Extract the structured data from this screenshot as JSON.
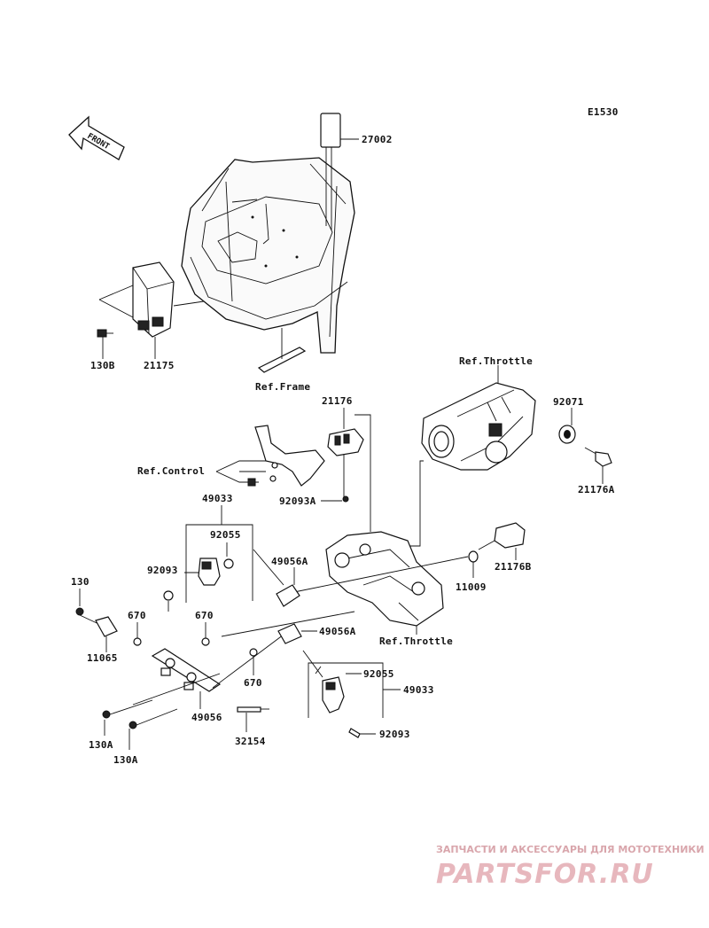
{
  "diagram_code": "E1530",
  "front_arrow_label": "FRONT",
  "refs": {
    "throttle_top": "Ref.Throttle",
    "frame": "Ref.Frame",
    "control": "Ref.Control",
    "throttle_bottom": "Ref.Throttle"
  },
  "parts": {
    "p27002": "27002",
    "p130B": "130B",
    "p21175": "21175",
    "p21176": "21176",
    "p92071": "92071",
    "p92093A": "92093A",
    "p21176A": "21176A",
    "p49033_top": "49033",
    "p92055_top": "92055",
    "p92093_top": "92093",
    "p49056A_top": "49056A",
    "p21176B": "21176B",
    "p11009": "11009",
    "p130": "130",
    "p670_a": "670",
    "p670_b": "670",
    "p11065": "11065",
    "p49056A_bot": "49056A",
    "p92055_bot": "92055",
    "p49033_bot": "49033",
    "p670_c": "670",
    "p49056": "49056",
    "p130A_a": "130A",
    "p32154": "32154",
    "p92093_bot": "92093",
    "p130A_b": "130A"
  },
  "watermark": {
    "tagline": "ЗАПЧАСТИ И АКСЕССУАРЫ ДЛЯ МОТОТЕХНИКИ",
    "brand": "PARTSFOR.RU"
  }
}
